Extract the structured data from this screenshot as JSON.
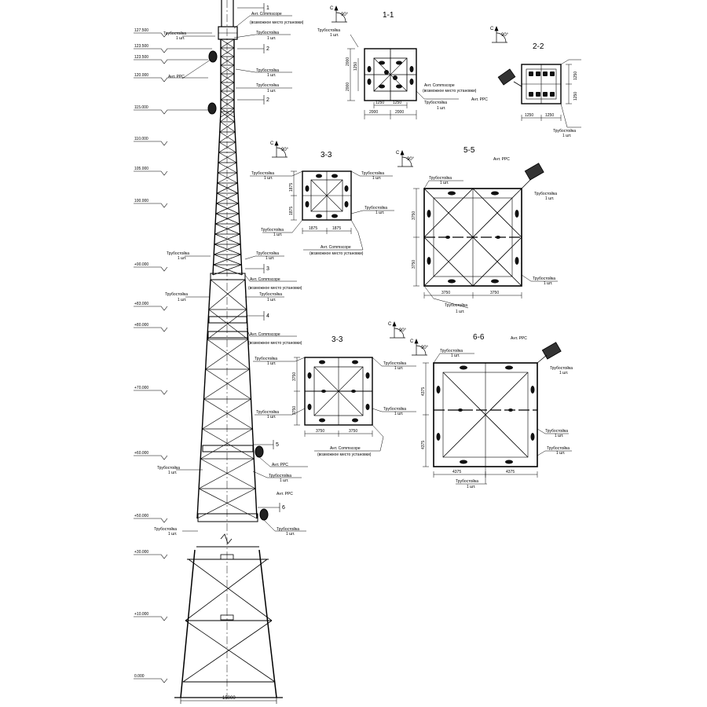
{
  "sections": {
    "s11": "1-1",
    "s22": "2-2",
    "s33a": "3-3",
    "s33b": "3-3",
    "s55": "5-5",
    "s66": "6-6"
  },
  "angle": "90°",
  "north": "C",
  "tower_marks": [
    "1",
    "2",
    "2",
    "3",
    "4",
    "5",
    "6"
  ],
  "levels": [
    "127.500",
    "123.500",
    "123.500",
    "120.000",
    "115.000",
    "110.000",
    "105.000",
    "100.000",
    "+90.000",
    "+83.000",
    "+80.000",
    "+70.000",
    "+60.000",
    "+50.000",
    "+30.000",
    "+10.000",
    "0.000"
  ],
  "base_dim": "15000",
  "dims": {
    "d2000": "2000",
    "d1250": "1250",
    "d1875": "1875",
    "d3750": "3750",
    "d4375": "4375"
  },
  "labels": {
    "tube_stand": "Трубостойка",
    "qty_1": "1 шт.",
    "ant_commscope": "Ант. Commscope",
    "possible_place": "(возможное место установки)",
    "ant_rrs": "Ант. РРС"
  }
}
